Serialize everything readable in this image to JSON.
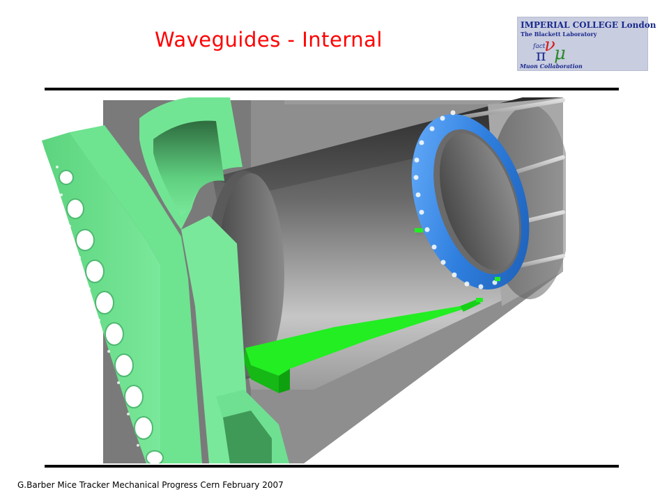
{
  "slide": {
    "title": "Waveguides - Internal",
    "footer": "G.Barber Mice Tracker Mechanical Progress Cern February 2007"
  },
  "logo": {
    "line1": "IMPERIAL COLLEGE London",
    "line2": "The Blackett Laboratory",
    "line3": "Muon Collaboration",
    "glyph_text": "fact",
    "colors": {
      "background": "#c9cde0",
      "text": "#1a2a8c",
      "red": "#d42020",
      "green": "#2a8a2a"
    }
  },
  "render": {
    "description_icon": "cad-render",
    "colors": {
      "frame_green": "#66e089",
      "waveguide_green": "#22ee22",
      "ring_blue": "#2f7fdf",
      "tube_grey": "#8c8c8c",
      "casing_grey": "#9a9a9a"
    }
  }
}
